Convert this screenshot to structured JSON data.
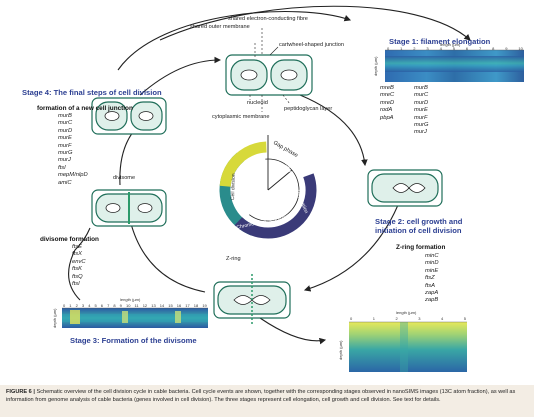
{
  "stages": {
    "stage1": {
      "title": "Stage 1: filament elongation"
    },
    "stage2": {
      "title_line1": "Stage 2: cell growth and",
      "title_line2": "initiation of cell division"
    },
    "stage3": {
      "title": "Stage 3: Formation of the divisome"
    },
    "stage4": {
      "title": "Stage 4: The final steps of cell division"
    }
  },
  "gene_groups": {
    "stage1_left": [
      "mreB",
      "mreC",
      "mreD",
      "rodA",
      "pbpA"
    ],
    "stage1_right": [
      "murB",
      "murC",
      "murD",
      "murE",
      "murF",
      "murG",
      "murJ"
    ],
    "zring": {
      "heading": "Z-ring formation",
      "genes": [
        "minC",
        "minD",
        "minE",
        "ftsZ",
        "ftsA",
        "zapA",
        "zapB"
      ]
    },
    "divisome": {
      "heading": "divisome formation",
      "genes": [
        "ftsE",
        "ftsX",
        "envC",
        "ftsK",
        "ftsQ",
        "ftsI"
      ]
    },
    "junction": {
      "heading": "formation of a new cell junction",
      "genes": [
        "murB",
        "murC",
        "murD",
        "murE",
        "murF",
        "murG",
        "murJ",
        "ftsI",
        "mepM/nlpD",
        "amiC"
      ]
    }
  },
  "structure_labels": {
    "fibre": "shared electron-conducting fibre",
    "outer_membrane": "shared outer membrane",
    "cartwheel": "cartwheel-shaped junction",
    "nucleoid": "nucleoid",
    "peptidoglycan": "peptidoglycan layer",
    "cytoplasmic": "cytoplasmic membrane",
    "divisome": "divisome",
    "zring": "Z-ring"
  },
  "cycle": {
    "gap": "Gap phase",
    "replication": "Chromosome Replication",
    "segregation": "Chromosome Segregation",
    "division": "Cell division",
    "colors": {
      "division": "#d7d93a",
      "replication": "#3a3a78",
      "segregation": "#2a8c8c",
      "cell_fill": "#dff0ea",
      "cell_stroke": "#1f6e59",
      "divisome": "#2b9a6a",
      "arrow": "#222222"
    }
  },
  "nanosims": {
    "length_label": "length (µm)",
    "depth_label": "depth (µm)",
    "top_ticks": [
      "0",
      "1",
      "2",
      "3",
      "4",
      "5",
      "6",
      "7",
      "8",
      "9",
      "10"
    ],
    "stage3_ticks": [
      "0",
      "1",
      "2",
      "3",
      "4",
      "5",
      "6",
      "7",
      "8",
      "9",
      "10",
      "11",
      "12",
      "13",
      "14",
      "15",
      "16",
      "17",
      "18",
      "19"
    ],
    "stage2_ticks": [
      "0",
      "1",
      "2",
      "3",
      "4",
      "5"
    ]
  },
  "caption": {
    "bold": "FIGURE 6 |",
    "text": "Schematic overview of the cell division cycle in cable bacteria. Cell cycle events are shown, together with the corresponding stages observed in nanoSIMS images (13C atom fraction), as well as information from genome analysis of cable bacteria (genes involved in cell division). The three stages represent cell elongation, cell growth and cell division. See text for details."
  }
}
